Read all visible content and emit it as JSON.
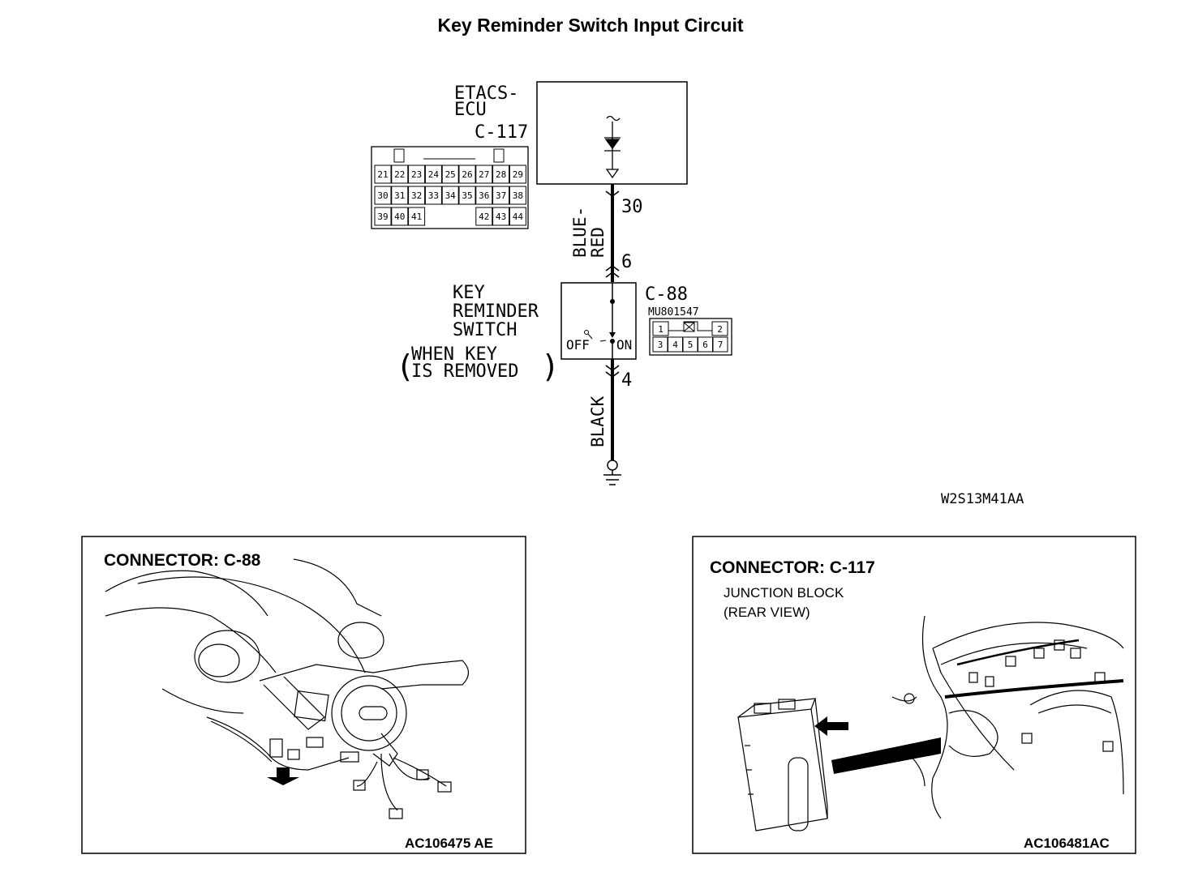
{
  "title": "Key Reminder Switch Input Circuit",
  "ecu": {
    "name_line1": "ETACS-",
    "name_line2": "ECU",
    "connector": "C-117",
    "pin": "30",
    "pins_row1": [
      "21",
      "22",
      "23",
      "24",
      "25",
      "26",
      "27",
      "28",
      "29"
    ],
    "pins_row2": [
      "30",
      "31",
      "32",
      "33",
      "34",
      "35",
      "36",
      "37",
      "38"
    ],
    "pins_row3": [
      "39",
      "40",
      "41",
      "42",
      "43",
      "44"
    ]
  },
  "wire_upper": {
    "color_line1": "BLUE-",
    "color_line2": "RED"
  },
  "switch": {
    "name_line1": "KEY",
    "name_line2": "REMINDER",
    "name_line3": "SWITCH",
    "note_line1": "WHEN KEY",
    "note_line2": "IS REMOVED",
    "connector": "C-88",
    "part_no": "MU801547",
    "pin_top": "6",
    "pin_bottom": "4",
    "off_label": "OFF",
    "on_label": "ON",
    "pins_row1": [
      "1",
      "2"
    ],
    "pins_row2": [
      "3",
      "4",
      "5",
      "6",
      "7"
    ]
  },
  "wire_lower": {
    "color": "BLACK"
  },
  "diagram_code": "W2S13M41AA",
  "panel_left": {
    "heading": "CONNECTOR: C-88",
    "code": "AC106475 AE"
  },
  "panel_right": {
    "heading": "CONNECTOR: C-117",
    "sub_line1": "JUNCTION BLOCK",
    "sub_line2": "(REAR VIEW)",
    "code": "AC106481AC"
  }
}
